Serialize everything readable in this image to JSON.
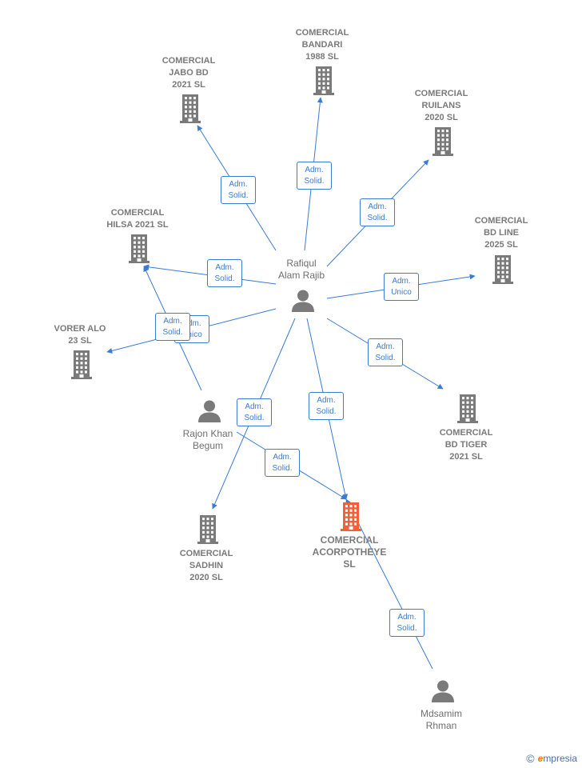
{
  "colors": {
    "edge": "#3a7bd5",
    "company_icon": "#7a7a7a",
    "main_company_icon": "#f0603a",
    "person_icon": "#7a7a7a",
    "label": "#7a7a7a"
  },
  "nodes": [
    {
      "id": "rafiqul",
      "type": "person",
      "label": "Rafiqul\nAlam Rajib"
    },
    {
      "id": "rajon",
      "type": "person",
      "label": "Rajon Khan\nBegum"
    },
    {
      "id": "mdsamim",
      "type": "person",
      "label": "Mdsamim\nRhman"
    },
    {
      "id": "acorpotheye",
      "type": "main_company",
      "label": "COMERCIAL\nACORPOTHEYE\nSL"
    },
    {
      "id": "bandari",
      "type": "company",
      "label": "COMERCIAL\nBANDARI\n1988  SL"
    },
    {
      "id": "jabo",
      "type": "company",
      "label": "COMERCIAL\nJABO BD\n2021  SL"
    },
    {
      "id": "ruilans",
      "type": "company",
      "label": "COMERCIAL\nRUILANS\n2020  SL"
    },
    {
      "id": "bdline",
      "type": "company",
      "label": "COMERCIAL\nBD LINE\n2025  SL"
    },
    {
      "id": "hilsa",
      "type": "company",
      "label": "COMERCIAL\nHILSA 2021  SL"
    },
    {
      "id": "vorer",
      "type": "company",
      "label": "VORER ALO\n23  SL"
    },
    {
      "id": "bdtiger",
      "type": "company",
      "label": "COMERCIAL\nBD TIGER\n2021  SL"
    },
    {
      "id": "sadhin",
      "type": "company",
      "label": "COMERCIAL\nSADHIN\n2020  SL"
    }
  ],
  "edges": [
    {
      "from": "rafiqul",
      "to": "jabo",
      "label": "Adm.\nSolid."
    },
    {
      "from": "rafiqul",
      "to": "bandari",
      "label": "Adm.\nSolid."
    },
    {
      "from": "rafiqul",
      "to": "ruilans",
      "label": "Adm.\nSolid."
    },
    {
      "from": "rafiqul",
      "to": "hilsa",
      "label": "Adm.\nSolid."
    },
    {
      "from": "rafiqul",
      "to": "bdline",
      "label": "Adm.\nUnico"
    },
    {
      "from": "rafiqul",
      "to": "vorer",
      "label": "Adm.\nUnico"
    },
    {
      "from": "rafiqul",
      "to": "bdtiger",
      "label": "Adm.\nSolid."
    },
    {
      "from": "rafiqul",
      "to": "sadhin",
      "label": "Adm.\nSolid."
    },
    {
      "from": "rafiqul",
      "to": "acorpotheye",
      "label": "Adm.\nSolid."
    },
    {
      "from": "rajon",
      "to": "hilsa",
      "label": "Adm.\nSolid."
    },
    {
      "from": "rajon",
      "to": "acorpotheye",
      "label": "Adm.\nSolid."
    },
    {
      "from": "mdsamim",
      "to": "acorpotheye",
      "label": "Adm.\nSolid."
    }
  ],
  "brand": {
    "copyright": "©",
    "name": "mpresia",
    "initial": "e"
  }
}
